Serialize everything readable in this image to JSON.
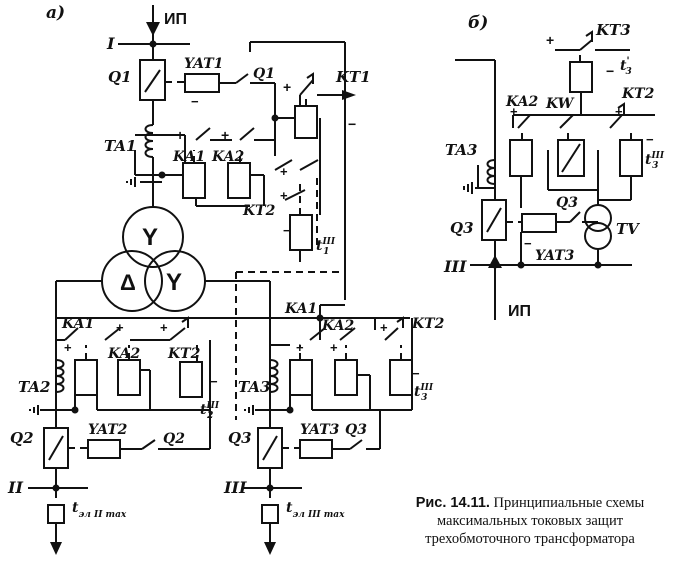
{
  "labels": {
    "part_a": "а)",
    "part_b": "б)",
    "ip_a": "ИП",
    "ip_b": "ИП",
    "bus1": "I",
    "bus2": "II",
    "bus3": "III",
    "bus3b": "III",
    "q1": "Q1",
    "q1c": "Q1",
    "yat1": "YAT1",
    "kt1": "KT1",
    "ta1": "TA1",
    "ka1a": "KA1",
    "ka2a": "KA2",
    "kt2a": "KT2",
    "t1": "t",
    "t1sup": "III",
    "t1sub": "1",
    "ka1b": "KA1",
    "ka2b": "KA2",
    "kt2b": "KT2",
    "ka1c": "KA1",
    "ka2c": "KA2",
    "kt2c": "KT2",
    "t2": "t",
    "t2sup": "III",
    "t2sub": "2",
    "t3": "t",
    "t3sup": "III",
    "t3sub": "3",
    "ta2": "TA2",
    "ta3": "TA3",
    "q2": "Q2",
    "q2c": "Q2",
    "yat2": "YAT2",
    "q3": "Q3",
    "q3c": "Q3",
    "yat3": "YAT3",
    "tmax2": "t",
    "tmax2sub": "эл II max",
    "tmax3": "t",
    "tmax3sub": "эл III max",
    "b_kt3": "KT3",
    "b_t3p": "t",
    "b_t3psup": "'",
    "b_t3psub": "3",
    "b_ka2": "KA2",
    "b_kw": "KW",
    "b_kt2": "KT2",
    "b_t3": "t",
    "b_t3sup": "III",
    "b_t3sub": "3",
    "b_ta3": "TA3",
    "b_q3": "Q3",
    "b_q3c": "Q3",
    "b_yat3": "YAT3",
    "b_tv": "TV",
    "tr_top": "Y",
    "tr_left": "Δ",
    "tr_right": "Y",
    "plus": "+",
    "minus": "−"
  },
  "caption": {
    "figure": "Рис. 14.11.",
    "line1": "Принципиальные схемы",
    "line2": "максимальных токовых защит",
    "line3": "трехобмоточного трансформатора"
  }
}
